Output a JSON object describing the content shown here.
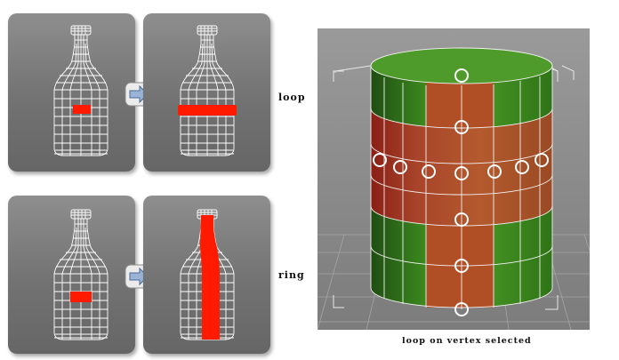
{
  "labels": {
    "loop": "loop",
    "ring": "ring",
    "caption": "loop on vertex selected"
  },
  "colors": {
    "selection_red": "#ff0000",
    "cylinder_green": "#3e8f1e",
    "cylinder_orange": "#b3522a",
    "viewport_bg": "#8a8a8a",
    "panel_bg": "#7a7a7a"
  },
  "icons": {
    "arrow": "right-arrow-icon",
    "vertex": "circle-marker-icon"
  }
}
